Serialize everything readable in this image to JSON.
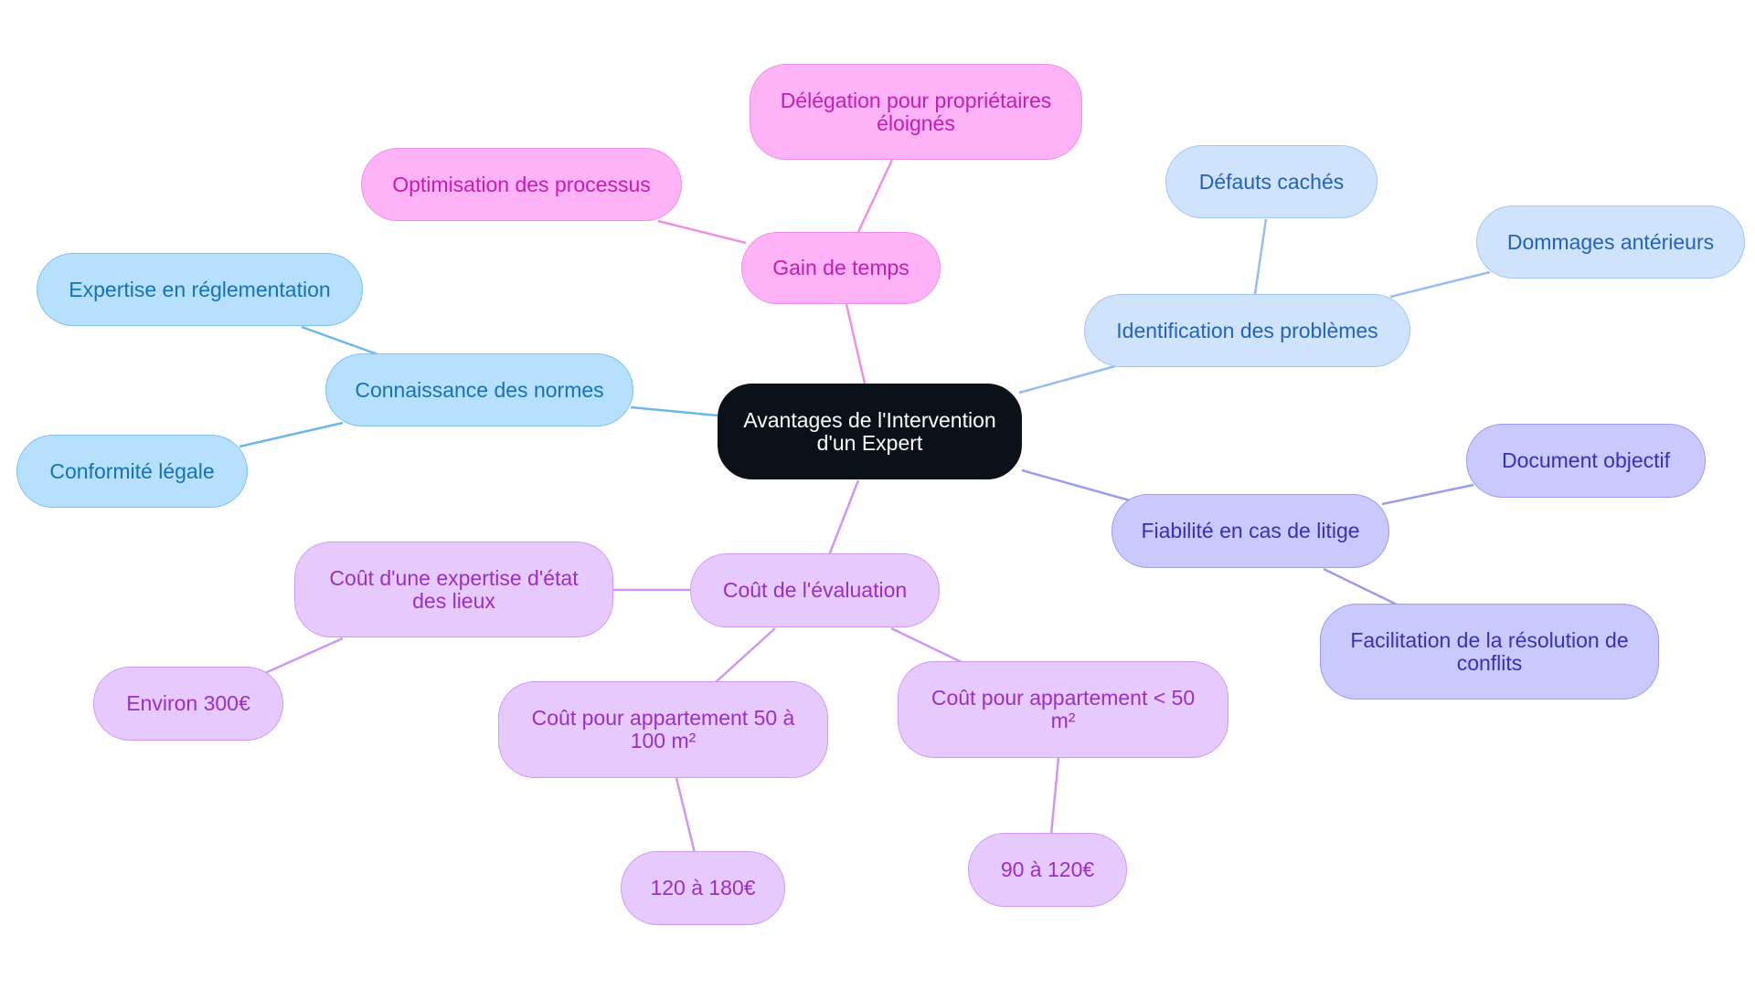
{
  "diagram": {
    "root": "Avantages de l'Intervention d'un Expert",
    "branches": {
      "gain": {
        "label": "Gain de temps",
        "color": "#ee8fe3",
        "children": [
          "Délégation pour propriétaires éloignés",
          "Optimisation des processus"
        ]
      },
      "normes": {
        "label": "Connaissance des normes",
        "color": "#6bb8ea",
        "children": [
          "Expertise en réglementation",
          "Conformité légale"
        ]
      },
      "identification": {
        "label": "Identification des problèmes",
        "color": "#96bdf0",
        "children": [
          "Défauts cachés",
          "Dommages antérieurs"
        ]
      },
      "fiabilite": {
        "label": "Fiabilité en cas de litige",
        "color": "#9c9bec",
        "children": [
          "Document objectif",
          "Facilitation de la résolution de conflits"
        ]
      },
      "cout": {
        "label": "Coût de l'évaluation",
        "color": "#cd97f5",
        "children": [
          "Coût d'une expertise d'état des lieux",
          "Coût pour appartement 50 à 100 m²",
          "Coût pour appartement < 50 m²"
        ],
        "grandchildren": [
          "Environ 300€",
          "120 à 180€",
          "90 à 120€"
        ]
      }
    }
  }
}
